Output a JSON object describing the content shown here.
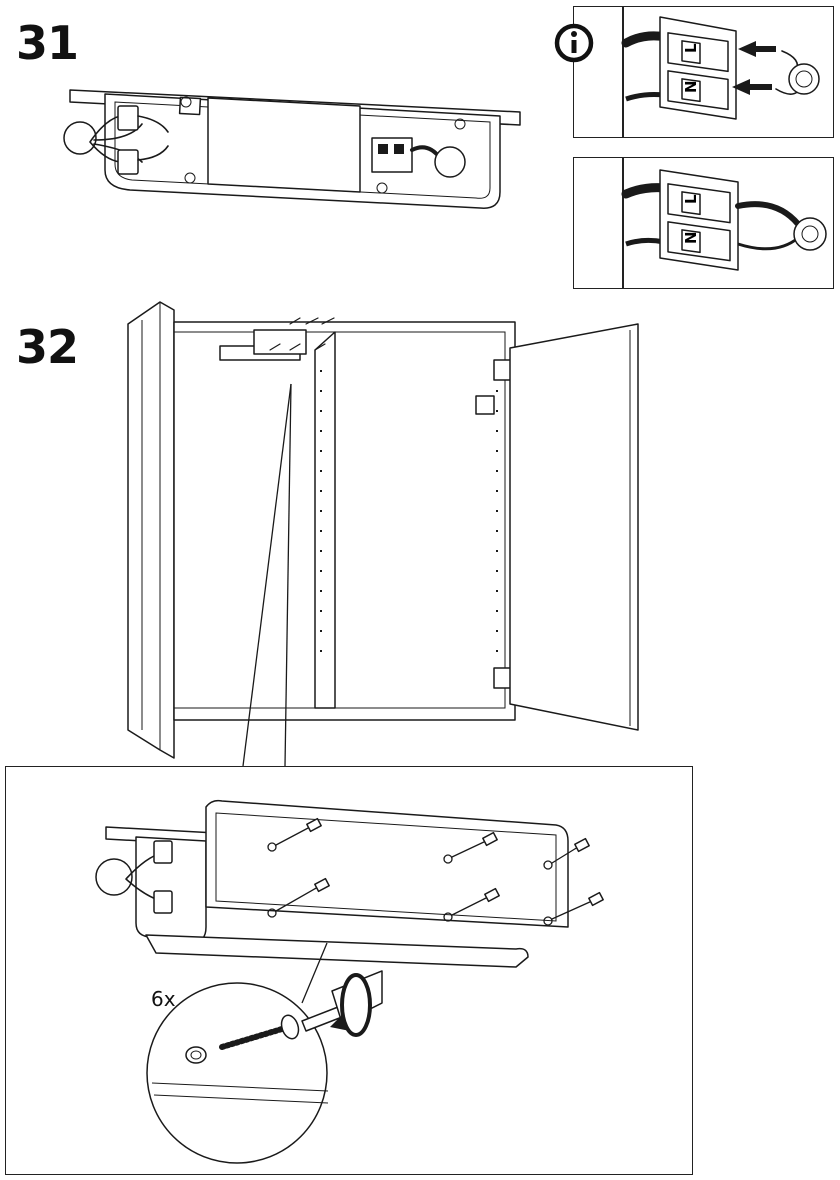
{
  "steps": {
    "step31": {
      "number": "31"
    },
    "step32": {
      "number": "32",
      "quantity_label": "6x"
    }
  },
  "terminal": {
    "live_label": "L",
    "neutral_label": "N"
  },
  "icons": {
    "info": "info-icon",
    "arrow": "push-arrow-icon",
    "rotate": "rotate-clockwise-icon",
    "screwdriver": "screwdriver-icon",
    "screw": "screw-icon"
  }
}
